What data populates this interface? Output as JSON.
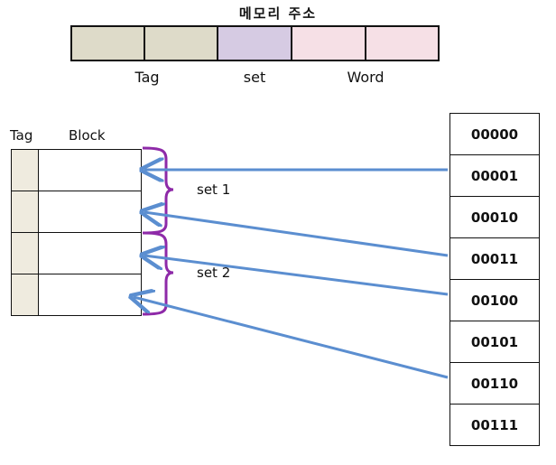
{
  "memory_address": {
    "title": "메모리 주소",
    "segment_colors": [
      "#dedbc9",
      "#dedbc9",
      "#d6cbe3",
      "#f6e0e6",
      "#f6e0e6"
    ],
    "labels": [
      "Tag",
      "set",
      "Word"
    ]
  },
  "cache": {
    "tag_header": "Tag",
    "block_header": "Block",
    "sets": [
      "set 1",
      "set 2"
    ]
  },
  "memory": {
    "addresses": [
      "00000",
      "00001",
      "00010",
      "00011",
      "00100",
      "00101",
      "00110",
      "00111"
    ]
  },
  "colors": {
    "arrow": "#5b8ed0",
    "brace": "#8e2aa8"
  }
}
